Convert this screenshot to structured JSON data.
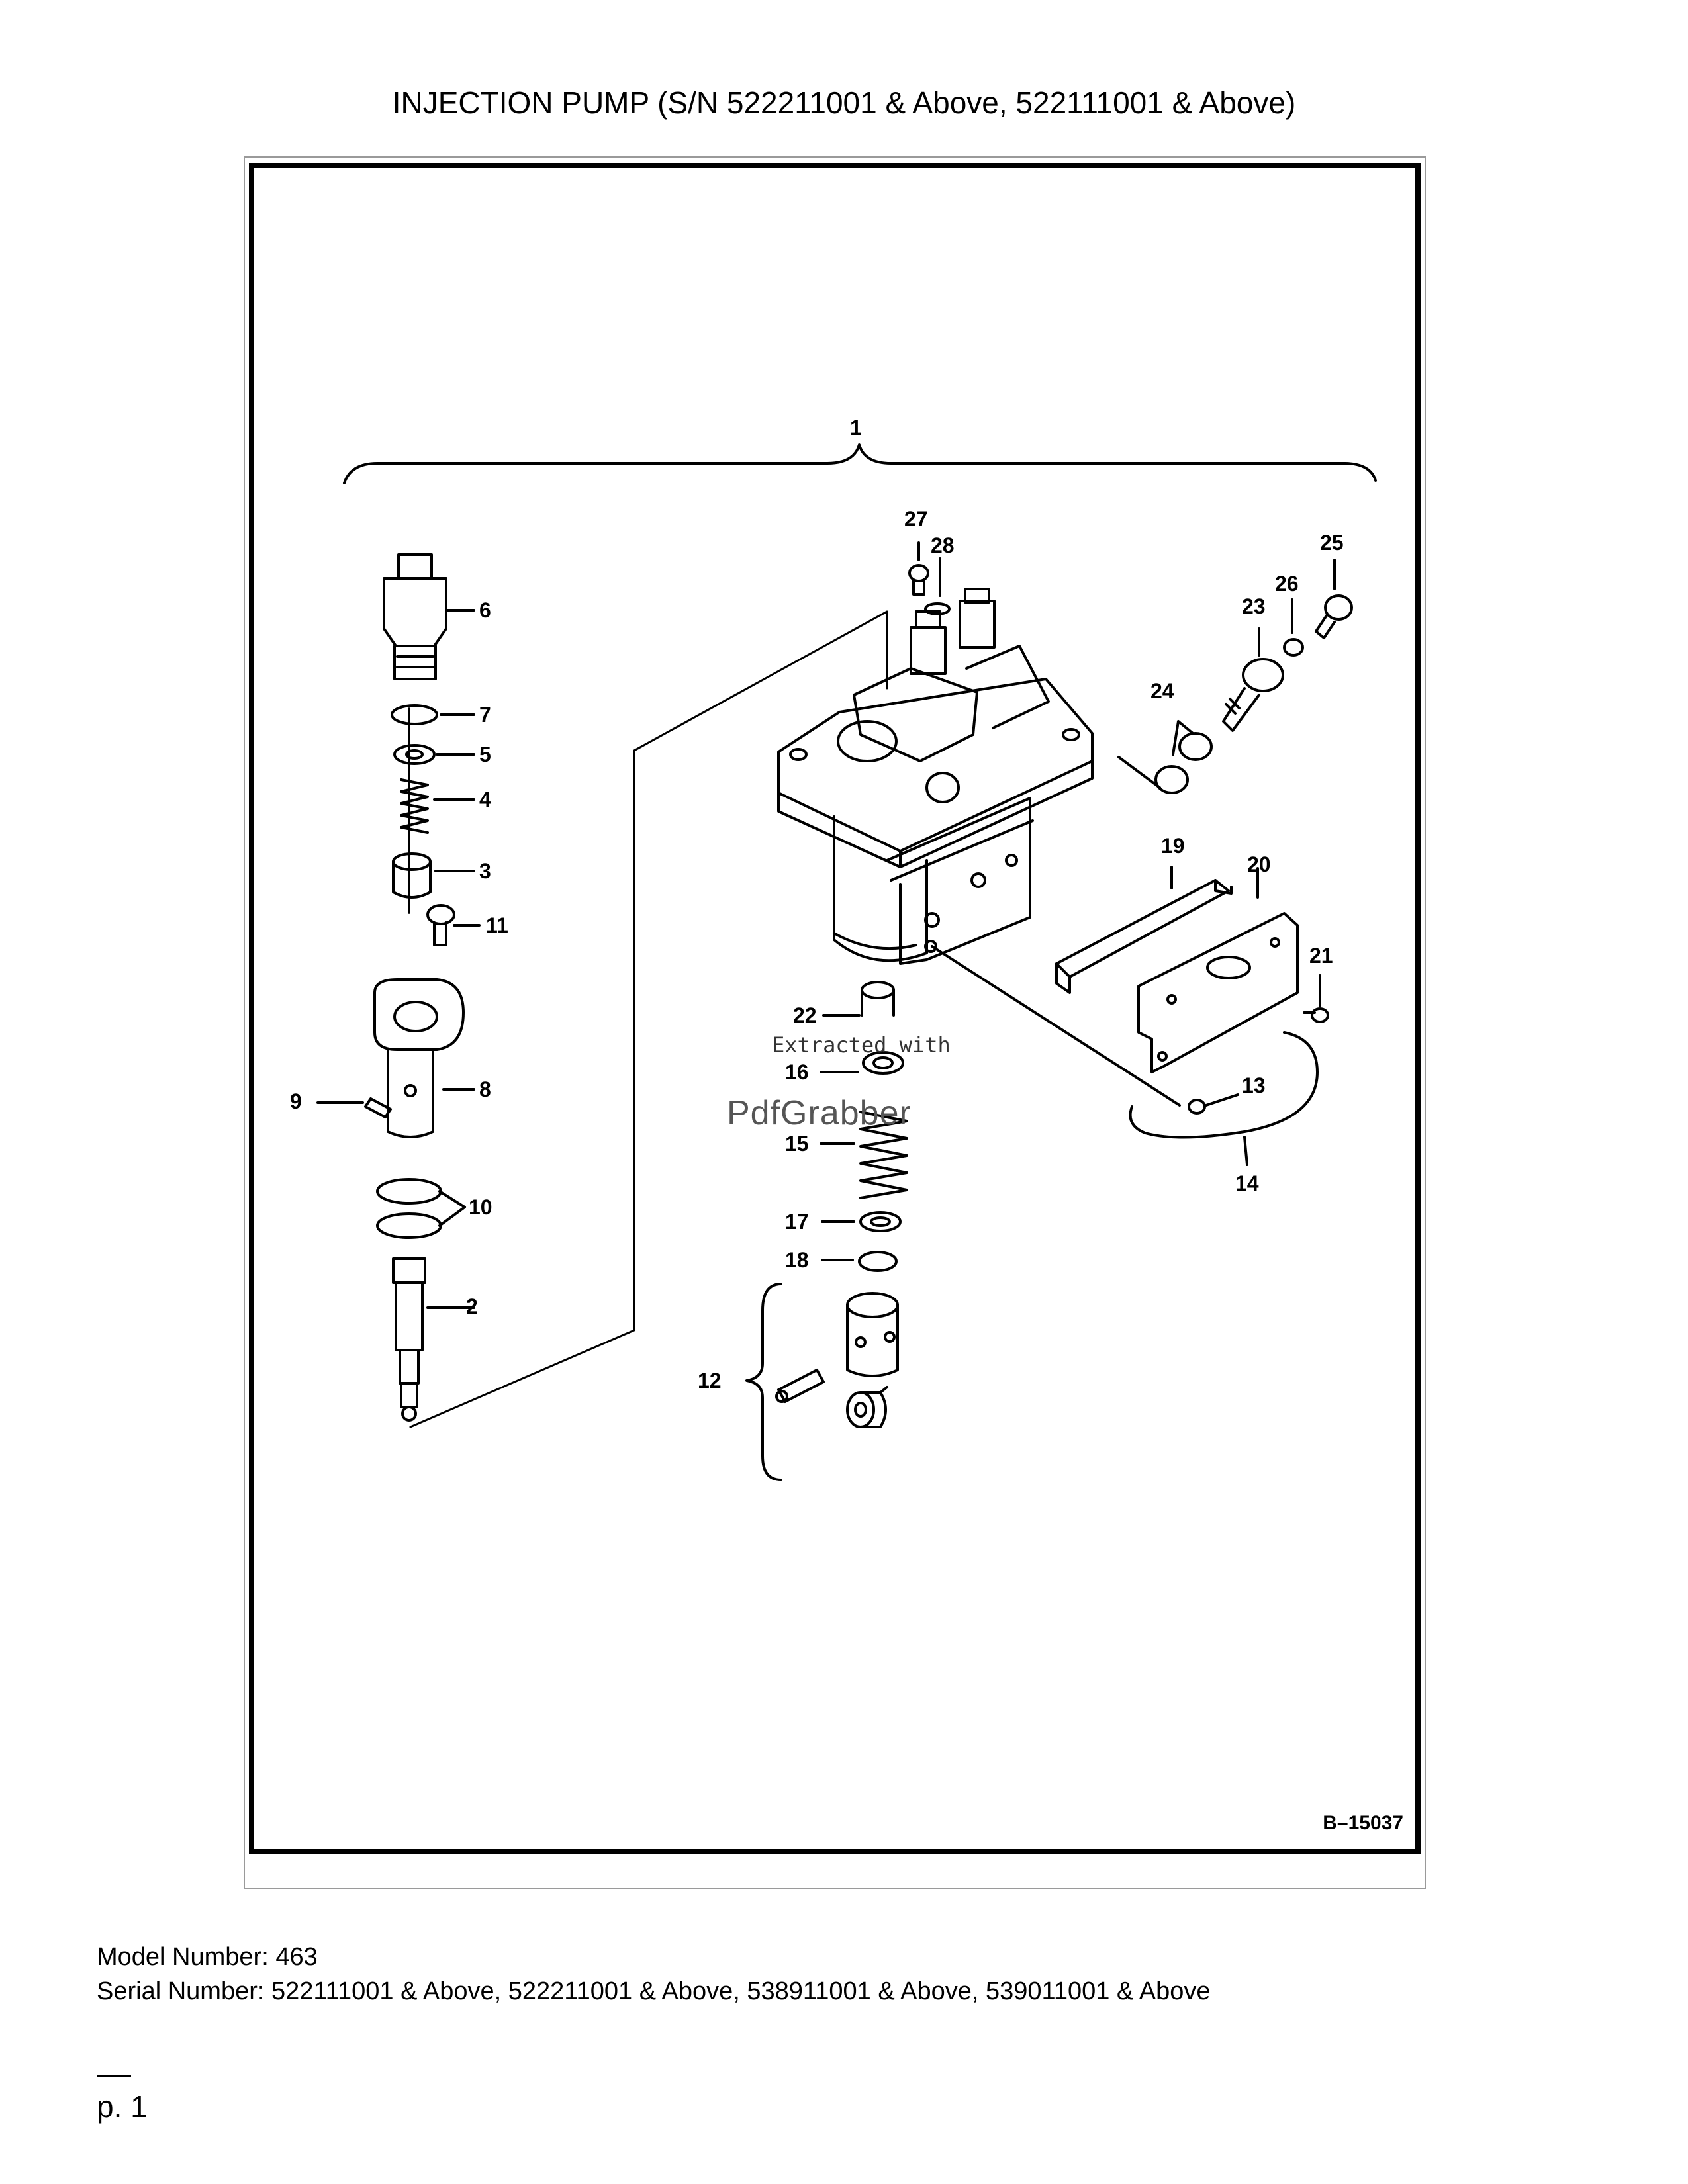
{
  "page": {
    "title": "INJECTION PUMP (S/N 522211001 & Above, 522111001 & Above)"
  },
  "figure": {
    "figure_id": "B–15037",
    "callouts": {
      "c1": "1",
      "c2": "2",
      "c3": "3",
      "c4": "4",
      "c5": "5",
      "c6": "6",
      "c7": "7",
      "c8": "8",
      "c9": "9",
      "c10": "10",
      "c11": "11",
      "c12": "12",
      "c13": "13",
      "c14": "14",
      "c15": "15",
      "c16": "16",
      "c17": "17",
      "c18": "18",
      "c19": "19",
      "c20": "20",
      "c21": "21",
      "c22": "22",
      "c23": "23",
      "c24": "24",
      "c25": "25",
      "c26": "26",
      "c27": "27",
      "c28": "28"
    },
    "watermark": {
      "line1": "Extracted with",
      "line2": "PdfGrabber"
    }
  },
  "footer": {
    "model": "Model Number: 463",
    "serial": "Serial Number: 522111001 & Above, 522211001 & Above, 538911001 & Above, 539011001 & Above",
    "page_number": "p. 1"
  }
}
